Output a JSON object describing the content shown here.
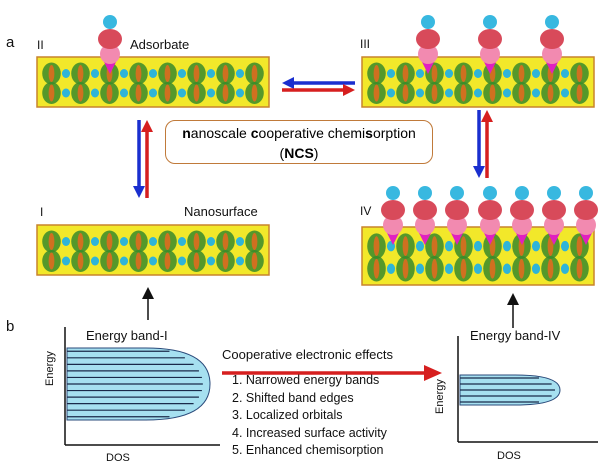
{
  "panel_a": "a",
  "panel_b": "b",
  "state_labels": {
    "I": "I",
    "II": "II",
    "III": "III",
    "IV": "IV"
  },
  "adsorbate_label": "Adsorbate",
  "nanosurface_label": "Nanosurface",
  "ncs": {
    "line1_parts": [
      {
        "t": "n",
        "b": true
      },
      {
        "t": "anoscale ",
        "b": false
      },
      {
        "t": "c",
        "b": true
      },
      {
        "t": "ooperative chemi",
        "b": false
      },
      {
        "t": "s",
        "b": true
      },
      {
        "t": "orption",
        "b": false
      }
    ],
    "open_paren": "(",
    "abbrev": "NCS",
    "close_paren": ")"
  },
  "band_left_label": "Energy band-I",
  "band_right_label": "Energy band-IV",
  "axis_energy": "Energy",
  "axis_dos": "DOS",
  "effects_title": "Cooperative electronic effects",
  "effects": [
    "1. Narrowed energy bands",
    "2. Shifted band edges",
    "3. Localized orbitals",
    "4. Increased surface activity",
    "5. Enhanced chemisorption"
  ],
  "colors": {
    "slab_fill": "#f2e82a",
    "slab_border": "#c8842c",
    "orbital_green": "#3a8a2a",
    "orbital_cyan": "#2fb4d8",
    "orbital_orange": "#d07020",
    "adsorbate_cyan": "#38b8e0",
    "adsorbate_red": "#d84a5a",
    "adsorbate_pink": "#f28ab0",
    "adsorbate_magenta": "#e020c0",
    "arrow_red": "#d61f1f",
    "arrow_blue": "#1a2fcf",
    "band_fill": "#a6e0f0"
  }
}
